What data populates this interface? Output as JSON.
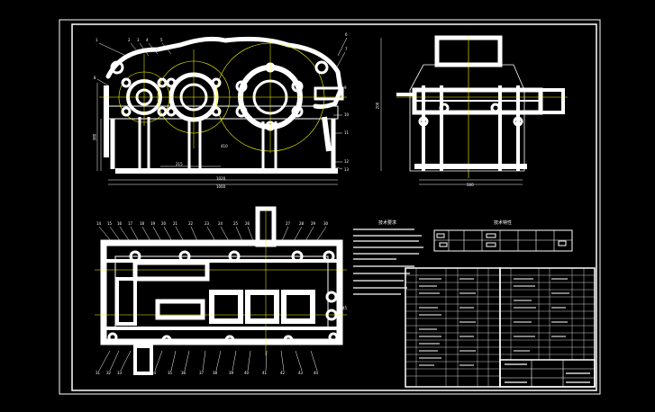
{
  "drawing": {
    "tech_req_title": "技术要求",
    "tech_spec_title": "技术特性",
    "front_view_dims": {
      "height": "380",
      "width": "1020",
      "overall": "1060",
      "center_a": "410",
      "center_b": "215"
    },
    "side_view_dims": {
      "height": "200",
      "width": "560"
    },
    "part_numbers_top": [
      "1",
      "2",
      "3",
      "4",
      "5",
      "6",
      "7",
      "8"
    ],
    "part_numbers_right": [
      "9",
      "10",
      "11",
      "12",
      "13"
    ],
    "part_numbers_plan_top": [
      "14",
      "15",
      "16",
      "17",
      "18",
      "19",
      "20",
      "21",
      "22",
      "23",
      "24",
      "25",
      "26",
      "27",
      "28",
      "29",
      "30"
    ],
    "part_numbers_plan_bottom": [
      "31",
      "32",
      "33",
      "34",
      "35",
      "36",
      "37",
      "38",
      "39",
      "40",
      "41",
      "42",
      "43",
      "44",
      "45"
    ]
  },
  "colors": {
    "background": "#000000",
    "lines": "#ffffff",
    "centerline": "#ffff00",
    "border": "#ffffff"
  }
}
